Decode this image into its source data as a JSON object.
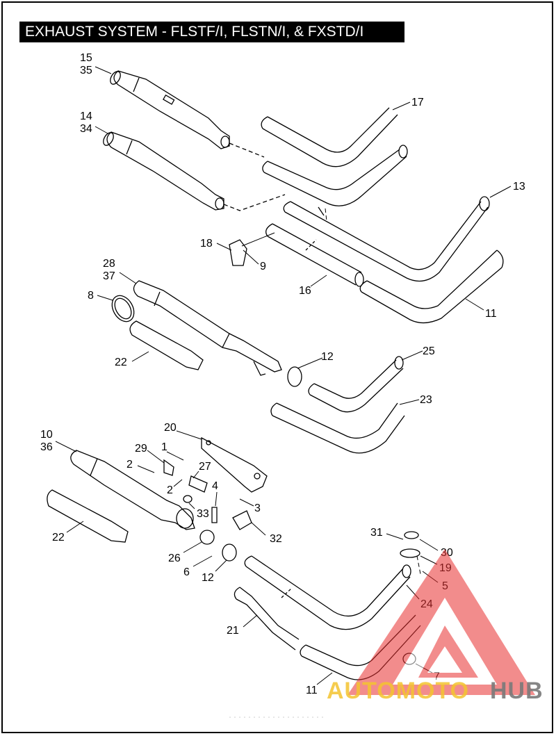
{
  "title": "EXHAUST SYSTEM - FLSTF/I, FLSTN/I, & FXSTD/I",
  "callouts": [
    {
      "id": "c1",
      "text": "15"
    },
    {
      "id": "c2",
      "text": "35"
    },
    {
      "id": "c3",
      "text": "14"
    },
    {
      "id": "c4",
      "text": "34"
    },
    {
      "id": "c5",
      "text": "17"
    },
    {
      "id": "c6",
      "text": "13"
    },
    {
      "id": "c7",
      "text": "18"
    },
    {
      "id": "c8",
      "text": "9"
    },
    {
      "id": "c9",
      "text": "16"
    },
    {
      "id": "c10",
      "text": "11"
    },
    {
      "id": "c11",
      "text": "28"
    },
    {
      "id": "c12",
      "text": "37"
    },
    {
      "id": "c13",
      "text": "8"
    },
    {
      "id": "c14",
      "text": "22"
    },
    {
      "id": "c15",
      "text": "12"
    },
    {
      "id": "c16",
      "text": "25"
    },
    {
      "id": "c17",
      "text": "23"
    },
    {
      "id": "c18",
      "text": "20"
    },
    {
      "id": "c19",
      "text": "10"
    },
    {
      "id": "c20",
      "text": "36"
    },
    {
      "id": "c21",
      "text": "29"
    },
    {
      "id": "c22",
      "text": "1"
    },
    {
      "id": "c23",
      "text": "2"
    },
    {
      "id": "c24",
      "text": "27"
    },
    {
      "id": "c25",
      "text": "2"
    },
    {
      "id": "c26",
      "text": "4"
    },
    {
      "id": "c27",
      "text": "3"
    },
    {
      "id": "c28",
      "text": "33"
    },
    {
      "id": "c29",
      "text": "22"
    },
    {
      "id": "c30",
      "text": "32"
    },
    {
      "id": "c31",
      "text": "26"
    },
    {
      "id": "c32",
      "text": "6"
    },
    {
      "id": "c33",
      "text": "12"
    },
    {
      "id": "c34",
      "text": "31"
    },
    {
      "id": "c35",
      "text": "30"
    },
    {
      "id": "c36",
      "text": "19"
    },
    {
      "id": "c37",
      "text": "5"
    },
    {
      "id": "c38",
      "text": "24"
    },
    {
      "id": "c39",
      "text": "21"
    },
    {
      "id": "c40",
      "text": "11"
    },
    {
      "id": "c41",
      "text": "7"
    }
  ],
  "watermark": {
    "part1": "AUTOMOTO",
    "part2": "HUB",
    "color1": "#f4c430",
    "color2": "#7a7a7a",
    "logo_color": "#e83030"
  }
}
